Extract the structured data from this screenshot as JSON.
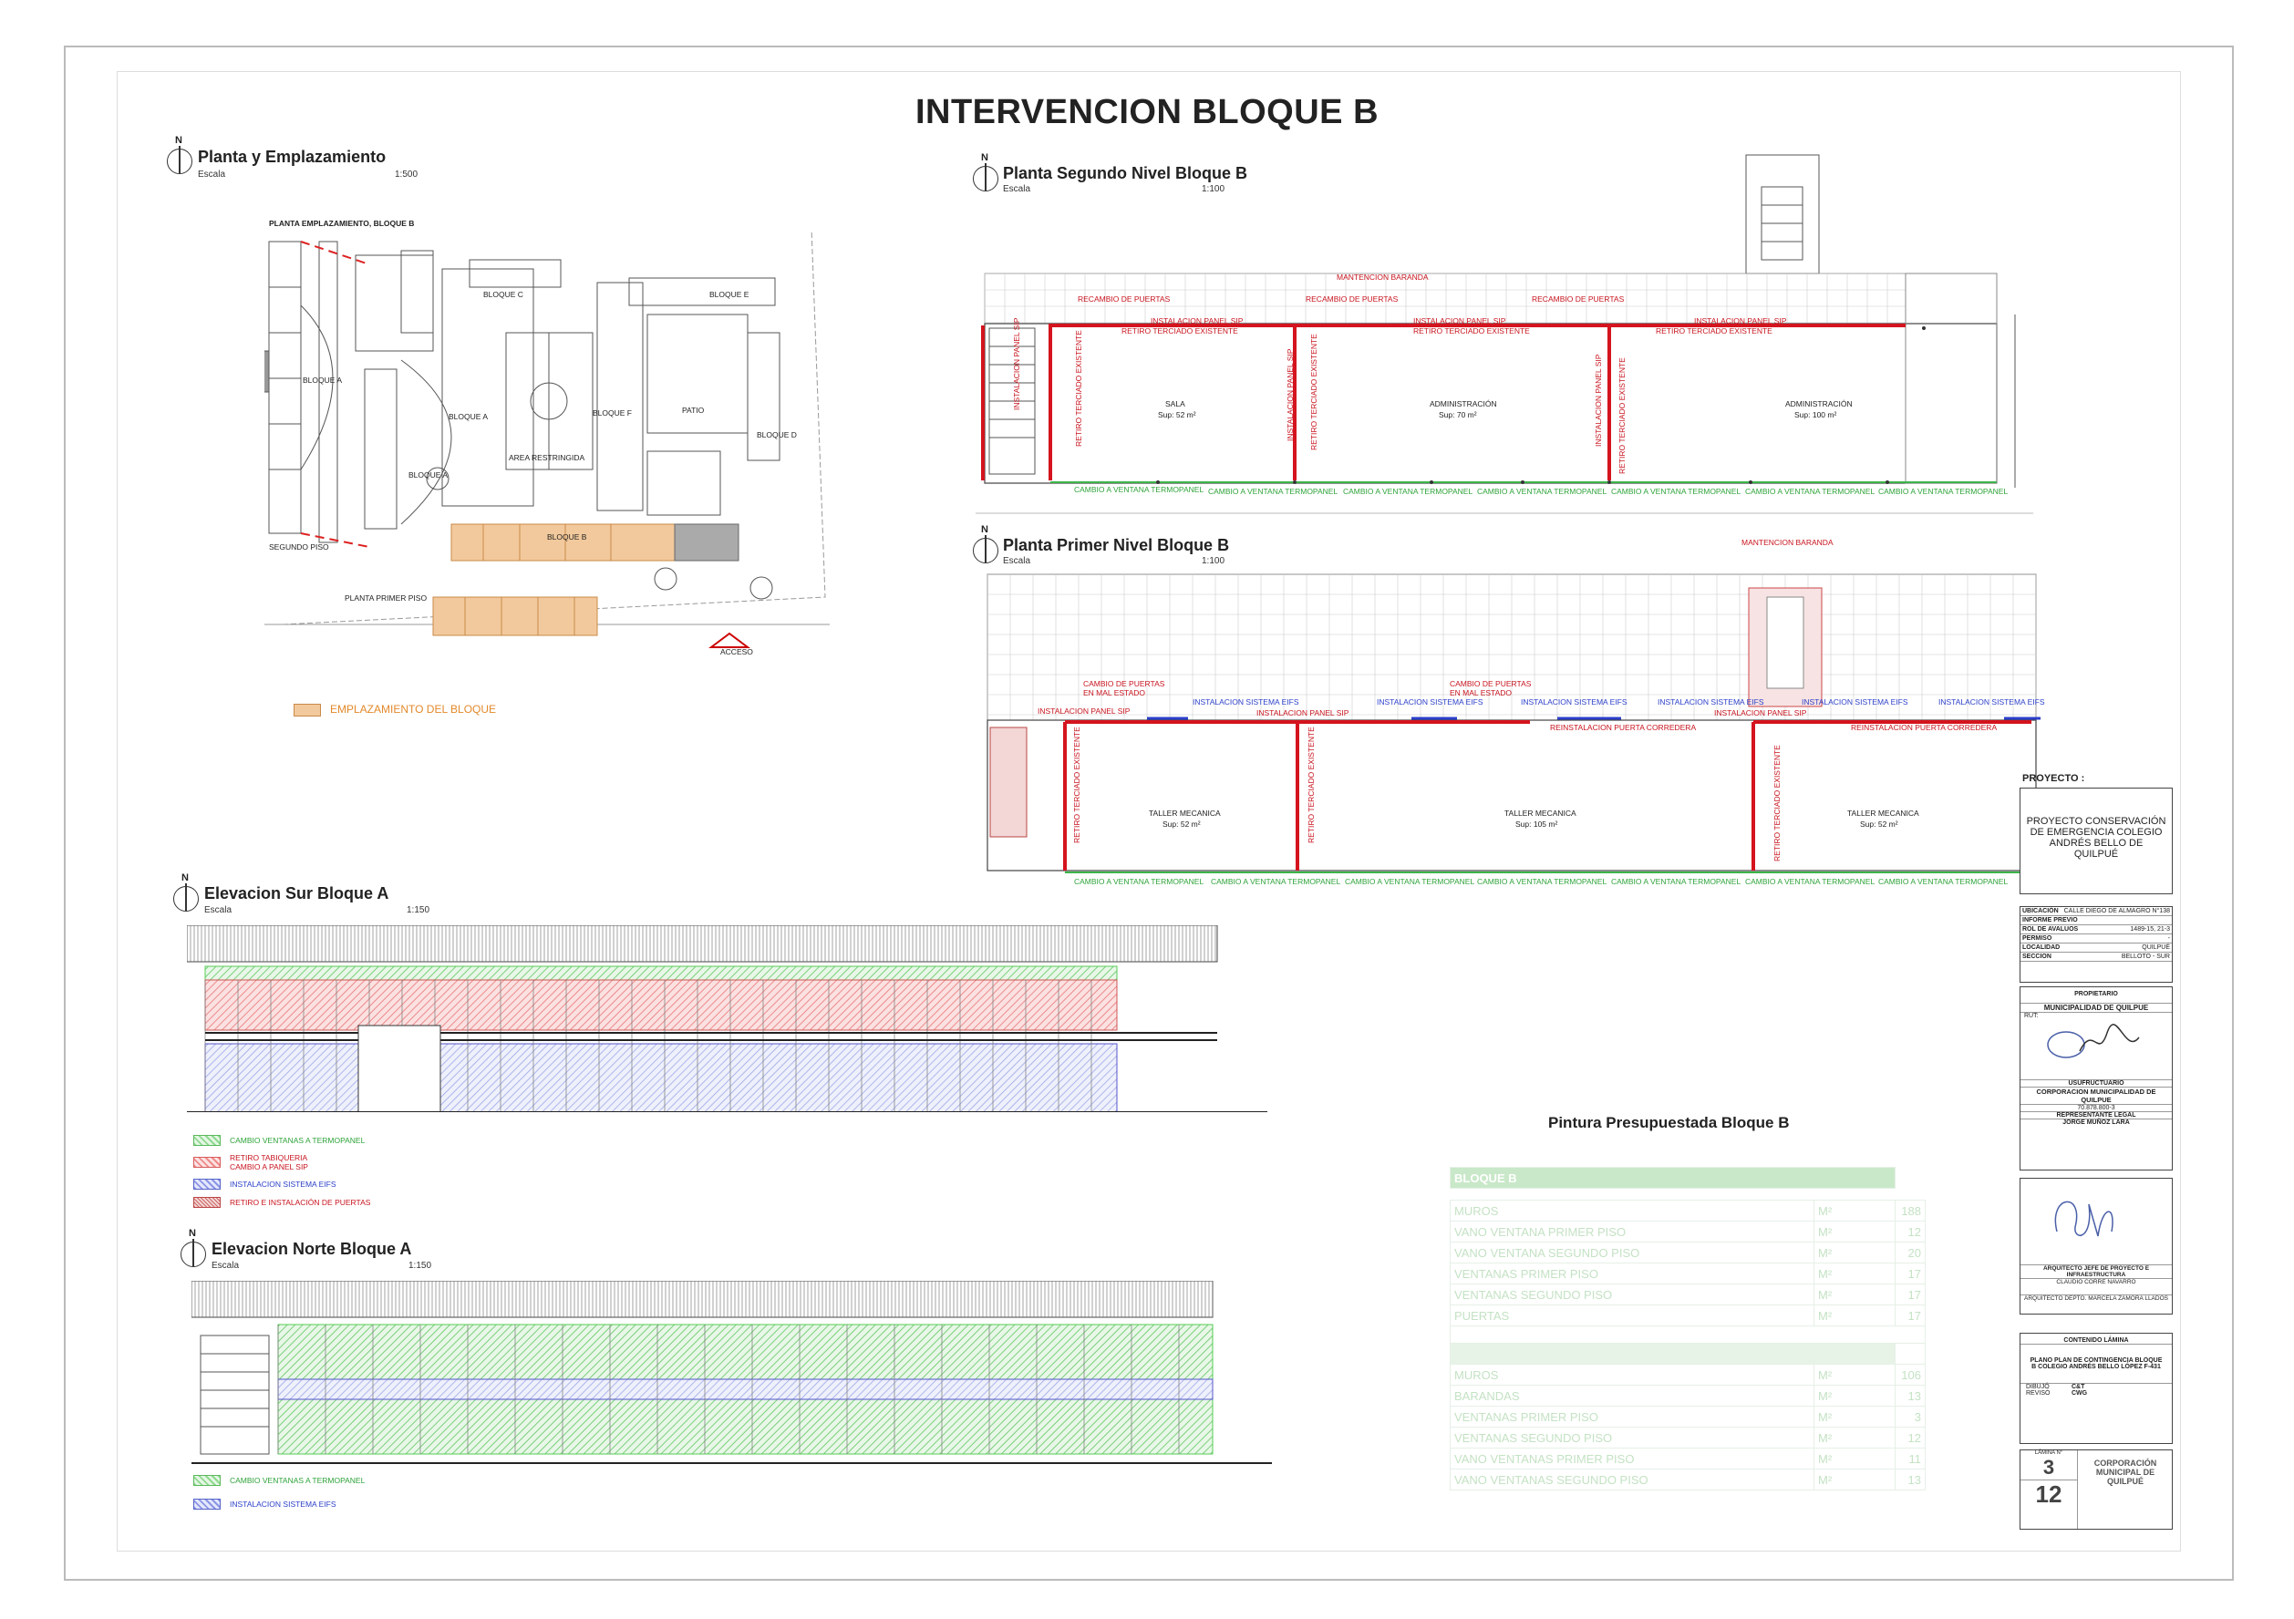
{
  "title": "INTERVENCION BLOQUE B",
  "north": "N",
  "views": {
    "emplazamiento": {
      "title": "Planta y Emplazamiento",
      "escala_label": "Escala",
      "escala": "1:500"
    },
    "segundo": {
      "title": "Planta Segundo Nivel Bloque B",
      "escala_label": "Escala",
      "escala": "1:100"
    },
    "primer": {
      "title": "Planta Primer Nivel Bloque B",
      "escala_label": "Escala",
      "escala": "1:100"
    },
    "sur": {
      "title": "Elevacion Sur Bloque A",
      "escala_label": "Escala",
      "escala": "1:150"
    },
    "norte": {
      "title": "Elevacion Norte Bloque A",
      "escala_label": "Escala",
      "escala": "1:150"
    }
  },
  "site": {
    "heading": "PLANTA EMPLAZAMIENTO, BLOQUE B",
    "labels": {
      "bloque_c": "BLOQUE C",
      "bloque_e": "BLOQUE E",
      "bloque_a1": "BLOQUE A",
      "bloque_a2": "BLOQUE A",
      "bloque_a3": "BLOQUE A",
      "bloque_f": "BLOQUE F",
      "bloque_d": "BLOQUE D",
      "bloque_b": "BLOQUE B",
      "patio": "PATIO",
      "area": "AREA RESTRINGIDA",
      "segundo_piso": "SEGUNDO PISO",
      "primer_piso": "PLANTA PRIMER PISO",
      "acceso": "ACCESO"
    },
    "legend": "EMPLAZAMIENTO DEL BLOQUE"
  },
  "plan2": {
    "top_label": "MANTENCION BARANDA",
    "recambio": [
      "RECAMBIO DE PUERTAS",
      "RECAMBIO DE PUERTAS",
      "RECAMBIO DE PUERTAS"
    ],
    "panel": [
      "INSTALACION PANEL SIP",
      "INSTALACION PANEL SIP",
      "INSTALACION PANEL SIP"
    ],
    "retiro": [
      "RETIRO TERCIADO EXISTENTE",
      "RETIRO TERCIADO EXISTENTE",
      "RETIRO TERCIADO EXISTENTE"
    ],
    "rooms": [
      {
        "name": "SALA",
        "area": "Sup: 52 m²"
      },
      {
        "name": "ADMINISTRACIÓN",
        "area": "Sup: 70 m²"
      },
      {
        "name": "ADMINISTRACIÓN",
        "area": "Sup: 100 m²"
      }
    ],
    "ventana": "CAMBIO A VENTANA TERMOPANEL"
  },
  "plan1": {
    "top_label": "MANTENCION BARANDA",
    "cambio1": "CAMBIO DE PUERTAS EN MAL ESTADO",
    "cambio2": "CAMBIO DE PUERTAS EN MAL ESTADO",
    "panel": "INSTALACION PANEL SIP",
    "eifs": "INSTALACION SISTEMA EIFS",
    "corredera": "REINSTALACION PUERTA CORREDERA",
    "retiro": "RETIRO TERCIADO EXISTENTE",
    "rooms": [
      {
        "name": "TALLER MECANICA",
        "area": "Sup: 52 m²"
      },
      {
        "name": "TALLER MECANICA",
        "area": "Sup: 105 m²"
      },
      {
        "name": "TALLER MECANICA",
        "area": "Sup: 52 m²"
      }
    ],
    "ventana": "CAMBIO A VENTANA TERMOPANEL"
  },
  "legend_sur": [
    {
      "text": "CAMBIO VENTANAS A TERMOPANEL",
      "swatch": "green"
    },
    {
      "text": "RETIRO TABIQUERIA CAMBIO A PANEL SIP",
      "swatch": "red"
    },
    {
      "text": "INSTALACION SISTEMA EIFS",
      "swatch": "blue"
    },
    {
      "text": "RETIRO E INSTALACIÓN DE PUERTAS",
      "swatch": "brick"
    }
  ],
  "legend_norte": [
    {
      "text": "CAMBIO VENTANAS A TERMOPANEL",
      "swatch": "green"
    },
    {
      "text": "INSTALACION SISTEMA EIFS",
      "swatch": "blue"
    }
  ],
  "paint": {
    "title": "Pintura Presupuestada Bloque B",
    "header": "BLOQUE B",
    "group1": [
      {
        "item": "MUROS",
        "unit": "M²",
        "qty": "188"
      },
      {
        "item": "VANO VENTANA PRIMER PISO",
        "unit": "M²",
        "qty": "12"
      },
      {
        "item": "VANO VENTANA SEGUNDO PISO",
        "unit": "M²",
        "qty": "20"
      },
      {
        "item": "VENTANAS PRIMER PISO",
        "unit": "M²",
        "qty": "17"
      },
      {
        "item": "VENTANAS SEGUNDO PISO",
        "unit": "M²",
        "qty": "17"
      },
      {
        "item": "PUERTAS",
        "unit": "M²",
        "qty": "17"
      }
    ],
    "group2": [
      {
        "item": "MUROS",
        "unit": "M²",
        "qty": "106"
      },
      {
        "item": "BARANDAS",
        "unit": "M²",
        "qty": "13"
      },
      {
        "item": "VENTANAS PRIMER PISO",
        "unit": "M²",
        "qty": "3"
      },
      {
        "item": "VENTANAS SEGUNDO PISO",
        "unit": "M²",
        "qty": "12"
      },
      {
        "item": "VANO VENTANAS PRIMER PISO",
        "unit": "M²",
        "qty": "11"
      },
      {
        "item": "VANO VENTANAS SEGUNDO PISO",
        "unit": "M²",
        "qty": "13"
      }
    ]
  },
  "titleblock": {
    "proyecto_label": "PROYECTO :",
    "proyecto": "PROYECTO CONSERVACIÓN DE EMERGENCIA COLEGIO ANDRÉS BELLO DE QUILPUÉ",
    "info": [
      {
        "k": "UBICACIÓN",
        "v": "CALLE DIEGO DE ALMAGRO N°138"
      },
      {
        "k": "INFORME PREVIO",
        "v": ""
      },
      {
        "k": "ROL DE AVALUOS",
        "v": "1489-15, 21-3"
      },
      {
        "k": "PERMISO",
        "v": "-"
      },
      {
        "k": "LOCALIDAD",
        "v": "QUILPUÉ"
      },
      {
        "k": "SECCION",
        "v": "BELLOTO - SUR"
      }
    ],
    "propietario_label": "PROPIETARIO",
    "propietario": "MUNICIPALIDAD DE QUILPUE",
    "rut_label": "RUT:",
    "usufructuario_label": "USUFRUCTUARIO",
    "usufructuario": "CORPORACION MUNICIPALIDAD DE QUILPUE",
    "usufructuario_rut": "70.878.800-3",
    "rep_label": "REPRESENTANTE LEGAL",
    "rep": "JORGE MUÑOZ LARA",
    "arq_label": "ARQUITECTO JEFE DE PROYECTO E INFRAESTRUCTURA",
    "arq": "CLAUDIO CORRE NAVARRO",
    "arq2": "ARQUITECTO DEPTO. MARCELA ZAMORA LLADOS",
    "contenido_label": "CONTENIDO LÁMINA",
    "contenido": "PLANO PLAN DE CONTINGENCIA BLOQUE B COLEGIO ANDRÉS BELLO LÓPEZ F-431",
    "dibujo_k": "DIBUJÓ",
    "dibujo_v": "C&T",
    "revision_k": "REVISÓ",
    "revision_v": "CWG",
    "lamina_label": "LÁMINA N°",
    "lamina": "3",
    "total": "12",
    "logo": "CORPORACIÓN MUNICIPAL DE QUILPUÉ"
  }
}
